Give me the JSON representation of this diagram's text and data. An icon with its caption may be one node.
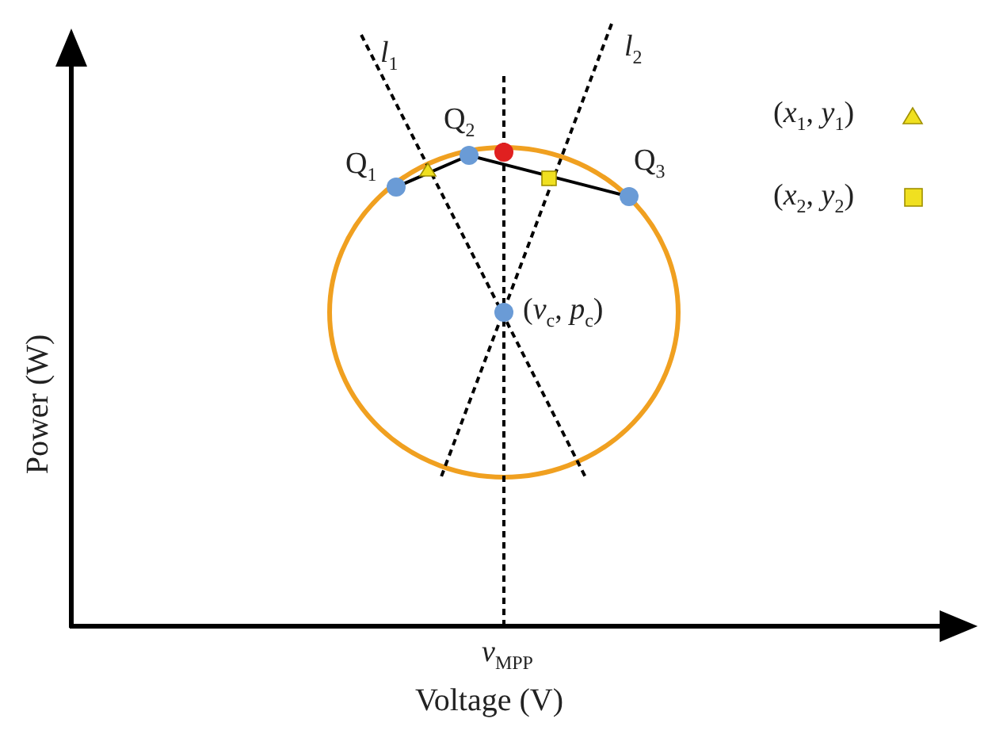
{
  "diagram": {
    "labels": [
      "*l*$_{1}$",
      "*l*$_{2}$",
      "Q$_{2}$",
      "Q$_{1}$",
      "Q$_{3}$",
      "(*v*$_{c}$, *p*$_{c}$)",
      "Power (W)",
      "*v*$_{MPP}$",
      "Voltage (V)"
    ],
    "legend": [
      {
        "text": "(*x*$_{1}$, *y*$_{1}$)"
      },
      {
        "text": "(*x*$_{2}$, *y*$_{2}$)"
      }
    ]
  }
}
